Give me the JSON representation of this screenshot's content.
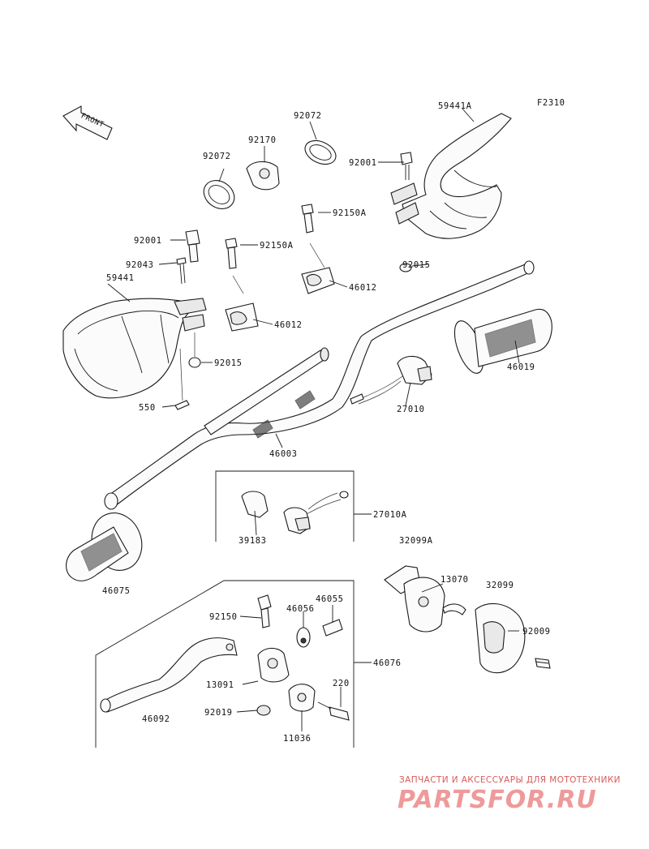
{
  "diagram": {
    "figure_code": "F2310",
    "front_marker": "FRONT",
    "parts": [
      {
        "id": "p-59441A",
        "label": "59441A"
      },
      {
        "id": "p-92072a",
        "label": "92072"
      },
      {
        "id": "p-92170",
        "label": "92170"
      },
      {
        "id": "p-92072b",
        "label": "92072"
      },
      {
        "id": "p-92001a",
        "label": "92001"
      },
      {
        "id": "p-92150Aa",
        "label": "92150A"
      },
      {
        "id": "p-92001b",
        "label": "92001"
      },
      {
        "id": "p-92150Ab",
        "label": "92150A"
      },
      {
        "id": "p-92043",
        "label": "92043"
      },
      {
        "id": "p-59441",
        "label": "59441"
      },
      {
        "id": "p-92015a",
        "label": "92015"
      },
      {
        "id": "p-46012a",
        "label": "46012"
      },
      {
        "id": "p-46012b",
        "label": "46012"
      },
      {
        "id": "p-92015b",
        "label": "92015"
      },
      {
        "id": "p-46019",
        "label": "46019"
      },
      {
        "id": "p-550",
        "label": "550"
      },
      {
        "id": "p-27010",
        "label": "27010"
      },
      {
        "id": "p-46003",
        "label": "46003"
      },
      {
        "id": "p-27010A",
        "label": "27010A"
      },
      {
        "id": "p-39183",
        "label": "39183"
      },
      {
        "id": "p-32099A",
        "label": "32099A"
      },
      {
        "id": "p-46075",
        "label": "46075"
      },
      {
        "id": "p-13070",
        "label": "13070"
      },
      {
        "id": "p-32099",
        "label": "32099"
      },
      {
        "id": "p-92150",
        "label": "92150"
      },
      {
        "id": "p-46056",
        "label": "46056"
      },
      {
        "id": "p-46055",
        "label": "46055"
      },
      {
        "id": "p-92009",
        "label": "92009"
      },
      {
        "id": "p-46076",
        "label": "46076"
      },
      {
        "id": "p-13091",
        "label": "13091"
      },
      {
        "id": "p-220",
        "label": "220"
      },
      {
        "id": "p-92019",
        "label": "92019"
      },
      {
        "id": "p-46092",
        "label": "46092"
      },
      {
        "id": "p-11036",
        "label": "11036"
      }
    ]
  },
  "watermark": {
    "tagline": "ЗАПЧАСТИ И АКСЕССУАРЫ ДЛЯ МОТОТЕХНИКИ",
    "brand": "PARTSFOR.RU",
    "color": "#e07070"
  }
}
